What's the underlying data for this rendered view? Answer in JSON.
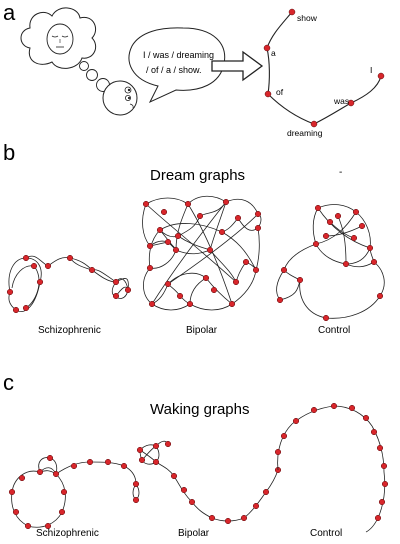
{
  "panels": {
    "a": {
      "letter": "a",
      "bubble": {
        "line1": "I / was / dreaming",
        "line2": "/ of / a / show."
      },
      "words": [
        "show",
        "a",
        "of",
        "dreaming",
        "was",
        "I"
      ]
    },
    "b": {
      "letter": "b",
      "title": "Dream graphs",
      "mark": "-",
      "labels": [
        "Schizophrenic",
        "Bipolar",
        "Control"
      ]
    },
    "c": {
      "letter": "c",
      "title": "Waking graphs",
      "labels": [
        "Schizophrenic",
        "Bipolar",
        "Control"
      ]
    }
  },
  "colors": {
    "node": "#d8262b",
    "edge": "#222222"
  }
}
